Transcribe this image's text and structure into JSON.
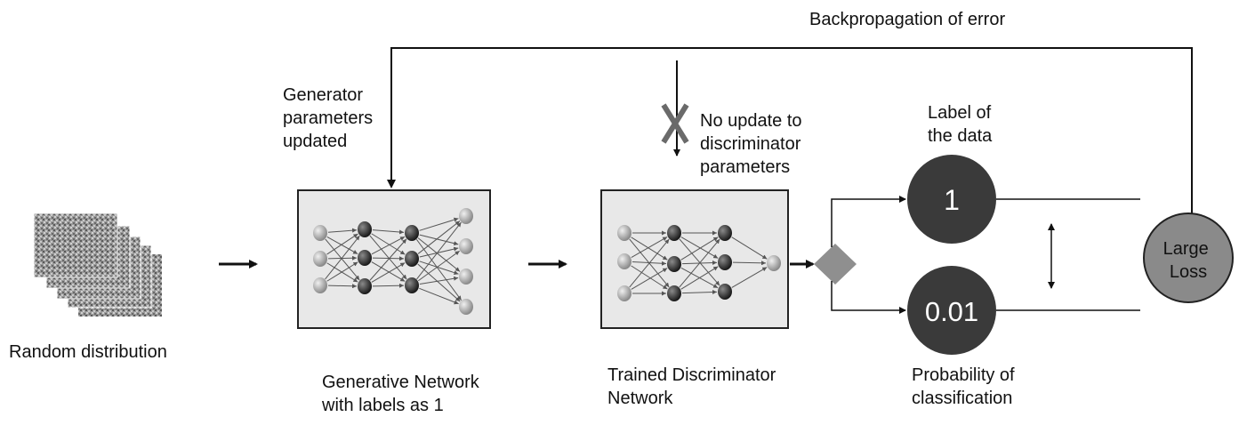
{
  "labels": {
    "backprop": "Backpropagation of error",
    "gen_params": "Generator\nparameters\nupdated",
    "no_update": "No update to\ndiscriminator\nparameters",
    "label_of_data": "Label of\nthe data",
    "random_dist": "Random distribution",
    "gen_network": "Generative Network\nwith labels as 1",
    "disc_network": "Trained Discriminator\nNetwork",
    "prob_class": "Probability of\nclassification"
  },
  "nodes": {
    "label_value": "1",
    "probability_value": "0.01",
    "loss": "Large\nLoss"
  },
  "colors": {
    "circle_dark": "#3a3a3a",
    "loss_circle": "#8a8a8a",
    "diamond": "#8f8f8f",
    "box_fill": "#e8e8e8",
    "cross": "#6a6a6a"
  }
}
